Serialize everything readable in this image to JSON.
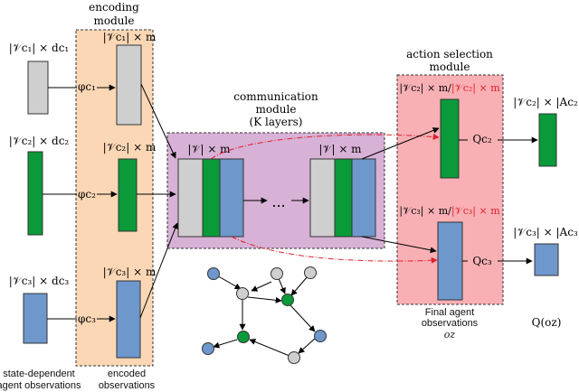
{
  "colors": {
    "gray": "#cfcfcf",
    "green": "#0a9a3a",
    "blue": "#6e97cc",
    "encoding_bg": "#fbd7b5",
    "communication_bg": "#d7b1d6",
    "action_bg": "#f8b0b5",
    "red_text": "#e0202a"
  },
  "labels": {
    "encoding_module": [
      "encoding",
      "module"
    ],
    "communication_module": [
      "communication",
      "module",
      "(K  layers)"
    ],
    "action_module": [
      "action selection",
      "module"
    ],
    "input1": "|𝒱c₁| × dc₁",
    "input2": "|𝒱c₂| × dc₂",
    "input3": "|𝒱c₃| × dc₃",
    "enc1": "|𝒱c₁| × m",
    "enc2": "|𝒱c₂| × m",
    "enc3": "|𝒱c₃| × m",
    "phi1": "φc₁",
    "phi2": "φc₂",
    "phi3": "φc₃",
    "comm_left": "|𝒱| × m",
    "comm_right": "|𝒱| × m",
    "ellipsis": "...",
    "act2_black": "|𝒱c₂| × m/",
    "act2_red": "|𝒱c₂| × m",
    "act3_black": "|𝒱c₃| × m/",
    "act3_red": "|𝒱c₃| × m",
    "q2": "Qc₂",
    "q3": "Qc₃",
    "out2": "|𝒱c₂| × |Ac₂|",
    "out3": "|𝒱c₃| × |Ac₃|",
    "caption_left": [
      "state-dependent",
      "agent observations"
    ],
    "caption_encoded": [
      "encoded",
      "observations"
    ],
    "caption_final": [
      "Final agent",
      "observations",
      "oz"
    ],
    "caption_q": "Q(oz)"
  }
}
